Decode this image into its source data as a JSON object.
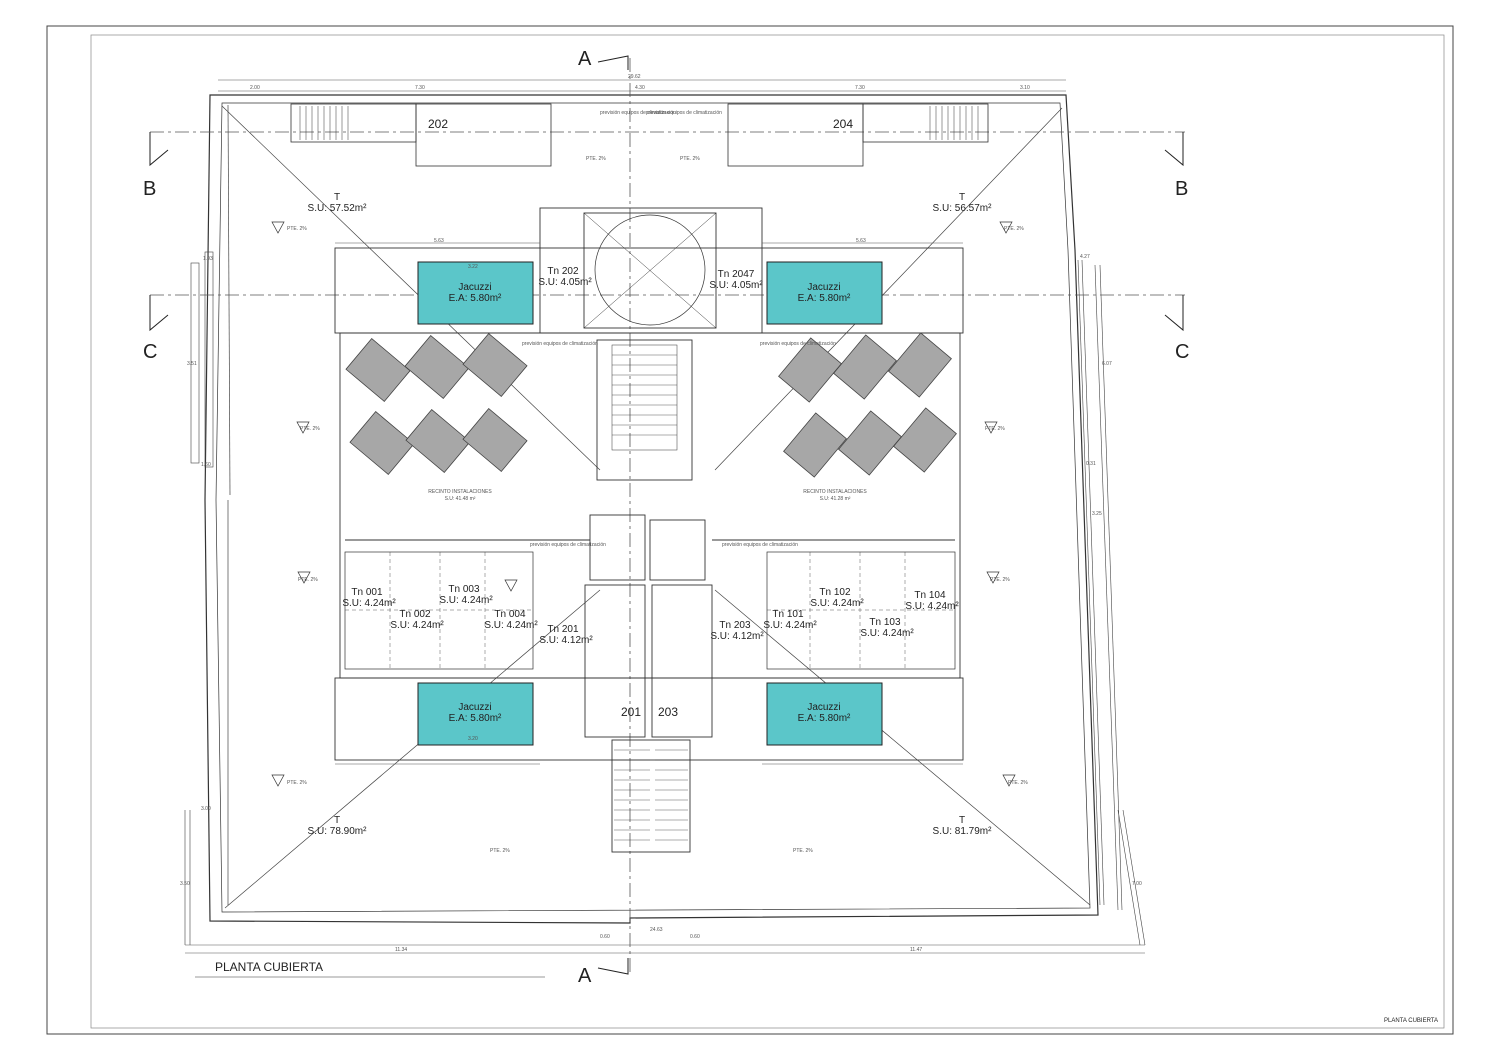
{
  "drawing": {
    "title": "PLANTA CUBIERTA",
    "corner_title": "PLANTA CUBIERTA",
    "overall_width": "29.62",
    "bottom_width": "24.63",
    "top_segments": [
      "2.00",
      "7.30",
      "4.30",
      "7.30",
      "3.10"
    ],
    "bottom_segments": [
      "11.34",
      "0.60",
      "0.60",
      "11.47"
    ],
    "center_left_width": "5.63",
    "center_right_width": "5.63",
    "jacuzzi_width": "3.22",
    "bottom_jacuzzi_width": "3.20",
    "left_segments": [
      "1.93",
      "3.51",
      "1.60",
      "3.00",
      "3.50"
    ],
    "right_segments": [
      "4.27",
      "6.07",
      "0.31",
      "3.25",
      "7.00"
    ]
  },
  "section_markers": {
    "a_top": "A",
    "a_bottom": "A",
    "b_left": "B",
    "b_right": "B",
    "c_left": "C",
    "c_right": "C"
  },
  "zones": {
    "tl": {
      "code": "T",
      "area": "S.U: 57.52m²"
    },
    "tr": {
      "code": "T",
      "area": "S.U: 56.57m²"
    },
    "bl": {
      "code": "T",
      "area": "S.U: 78.90m²"
    },
    "br": {
      "code": "T",
      "area": "S.U: 81.79m²"
    }
  },
  "jacuzzis": [
    {
      "name": "Jacuzzi",
      "area": "E.A: 5.80m²"
    },
    {
      "name": "Jacuzzi",
      "area": "E.A: 5.80m²"
    },
    {
      "name": "Jacuzzi",
      "area": "E.A: 5.80m²"
    },
    {
      "name": "Jacuzzi",
      "area": "E.A: 5.80m²"
    }
  ],
  "storage": [
    {
      "code": "Tn 202",
      "area": "S.U: 4.05m²"
    },
    {
      "code": "Tn 2047",
      "area": "S.U: 4.05m²"
    },
    {
      "code": "Tn 001",
      "area": "S.U: 4.24m²"
    },
    {
      "code": "Tn 002",
      "area": "S.U: 4.24m²"
    },
    {
      "code": "Tn 003",
      "area": "S.U: 4.24m²"
    },
    {
      "code": "Tn 004",
      "area": "S.U: 4.24m²"
    },
    {
      "code": "Tn 201",
      "area": "S.U: 4.12m²"
    },
    {
      "code": "Tn 203",
      "area": "S.U: 4.12m²"
    },
    {
      "code": "Tn 101",
      "area": "S.U: 4.24m²"
    },
    {
      "code": "Tn 102",
      "area": "S.U: 4.24m²"
    },
    {
      "code": "Tn 103",
      "area": "S.U: 4.24m²"
    },
    {
      "code": "Tn 104",
      "area": "S.U: 4.24m²"
    }
  ],
  "installations": [
    {
      "name": "RECINTO INSTALACIONES",
      "area": "S.U: 41.48 m²"
    },
    {
      "name": "RECINTO INSTALACIONES",
      "area": "S.U: 41.28 m²"
    }
  ],
  "units": {
    "u202": "202",
    "u204": "204",
    "u201": "201",
    "u203": "203"
  },
  "notes": {
    "climate": "previsión equipos de climatización",
    "pend": "PTE. 2%"
  },
  "colors": {
    "jacuzzi_fill": "#5bc6c9",
    "panel_fill": "#a7a7a7",
    "line": "#333333"
  }
}
